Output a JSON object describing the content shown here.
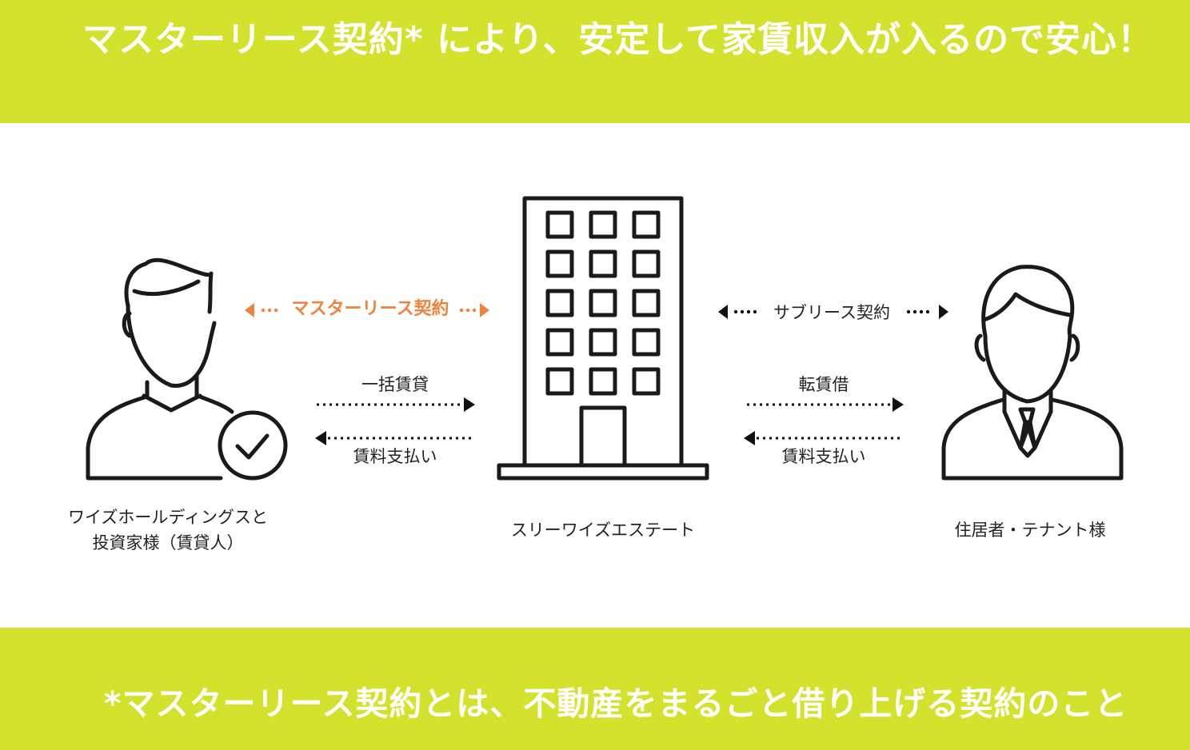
{
  "header": {
    "text": "マスターリース契約* により、安定して家賃収入が入るので安心！",
    "background": "#d3e22d"
  },
  "footer": {
    "text": "*マスターリース契約とは、不動産をまるごと借り上げる契約のこと"
  },
  "diagram": {
    "left_party": {
      "line1": "ワイズホールディングスと",
      "line2": "投資家様（賃貸人）",
      "icon": "person-with-check-icon"
    },
    "center_party": {
      "label": "スリーワイズエステート",
      "icon": "building-icon"
    },
    "right_party": {
      "label": "住居者・テナント様",
      "icon": "businessman-icon"
    },
    "left_links": {
      "contract": "マスターリース契約",
      "contract_color": "#f0823c",
      "upper": "一括賃貸",
      "lower": "賃料支払い"
    },
    "right_links": {
      "contract": "サブリース契約",
      "upper": "転賃借",
      "lower": "賃料支払い"
    }
  }
}
